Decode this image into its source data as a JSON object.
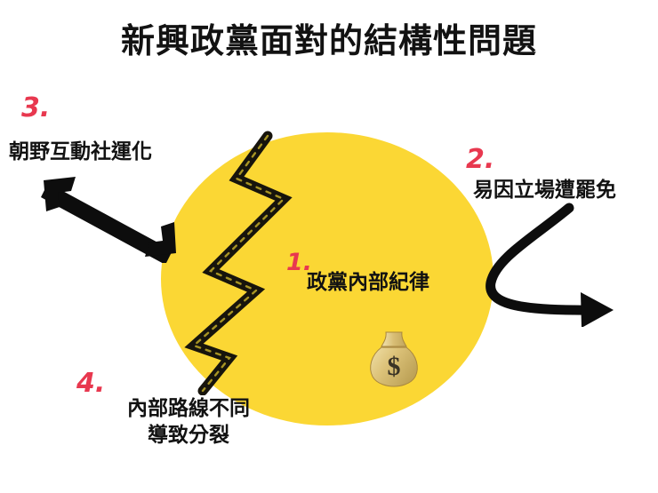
{
  "slide": {
    "title": "新興政黨面對的結構性問題",
    "background_color": "#FFFFFF",
    "accent_yellow": "#FBD734",
    "accent_red": "#E8384F",
    "text_color": "#121212"
  },
  "center": {
    "shape_name": "yellow-circle",
    "crack_name": "lightning-crack",
    "money_icon": "money-bag-icon"
  },
  "points": [
    {
      "number": "1.",
      "text": "政黨內部紀律",
      "position": "center"
    },
    {
      "number": "2.",
      "text": "易因立場遭罷免",
      "position": "right"
    },
    {
      "number": "3.",
      "text": "朝野互動社運化",
      "position": "left"
    },
    {
      "number": "4.",
      "text_line_1": "內部路線不同",
      "text_line_2": "導致分裂",
      "position": "bottom-left"
    }
  ],
  "arrows": {
    "left": "double-headed-arrow-icon",
    "right": "curved-hook-arrow-icon"
  }
}
